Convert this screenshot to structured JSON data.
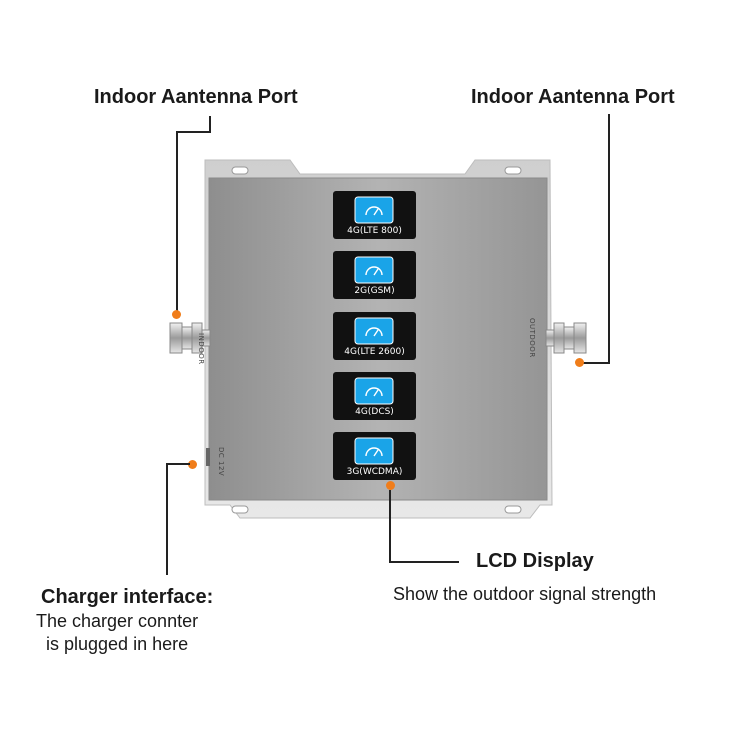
{
  "callouts": {
    "indoor_port_left": "Indoor Aantenna Port",
    "indoor_port_right": "Indoor Aantenna Port",
    "lcd_title": "LCD Display",
    "lcd_desc": "Show the outdoor signal strength",
    "charger_title": "Charger interface:",
    "charger_desc_1": "The charger connter",
    "charger_desc_2": "is plugged in here"
  },
  "device": {
    "indoor_label": "INDOOR",
    "outdoor_label": "OUTDOOR",
    "dc_label": "DC 12V",
    "bands": [
      "4G(LTE 800)",
      "2G(GSM)",
      "4G(LTE 2600)",
      "4G(DCS)",
      "3G(WCDMA)"
    ],
    "colors": {
      "accent": "#f07d1a",
      "screen": "#1aa4e8",
      "panel": "#111111",
      "housing": "#a9a9a9"
    }
  }
}
